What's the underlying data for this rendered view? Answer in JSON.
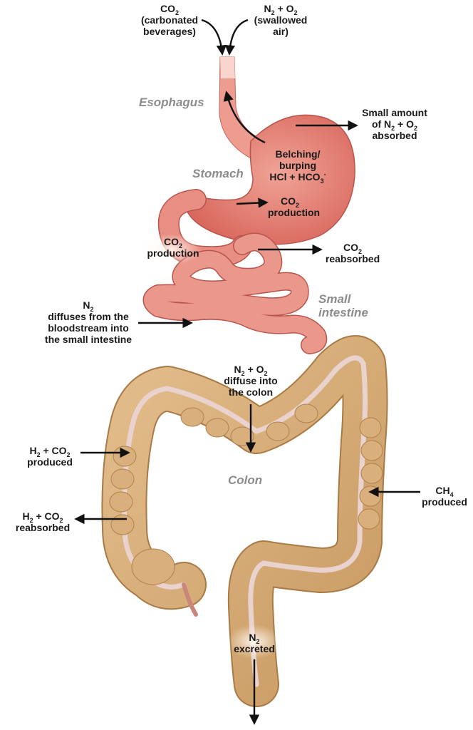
{
  "organs": {
    "esophagus": "Esophagus",
    "stomach": "Stomach",
    "small_intestine": [
      "Small",
      "intestine"
    ],
    "colon": "Colon"
  },
  "labels": {
    "co2_in": {
      "sym": "CO",
      "sub": "2",
      "rest": [
        "(carbonated",
        "beverages)"
      ]
    },
    "n2o2_in": {
      "a": "N",
      "a_sub": "2",
      "mid": " + O",
      "b_sub": "2",
      "rest": [
        "(swallowed",
        "air)"
      ]
    },
    "small_absorbed": {
      "line1": "Small amount",
      "line2_a": "of N",
      "line2_sub1": "2",
      "line2_mid": " + O",
      "line2_sub2": "2",
      "line3": "absorbed"
    },
    "belching": {
      "line1": "Belching/",
      "line2": "burping",
      "line3_a": "HCl + HCO",
      "line3_sub": "3",
      "line3_sup": "-"
    },
    "co2_prod_stomach": {
      "sym": "CO",
      "sub": "2",
      "rest": "production"
    },
    "co2_prod_duodenum": {
      "sym": "CO",
      "sub": "2",
      "rest": "production"
    },
    "co2_reabsorbed": {
      "sym": "CO",
      "sub": "2",
      "rest": "reabsorbed"
    },
    "n2_diffuses": {
      "sym": "N",
      "sub": "2",
      "rest": [
        "diffuses from the",
        "bloodstream into",
        "the small intestine"
      ]
    },
    "n2o2_colon": {
      "a": "N",
      "a_sub": "2",
      "mid": " + O",
      "b_sub": "2",
      "rest": [
        "diffuse into",
        "the colon"
      ]
    },
    "h2co2_produced": {
      "a": "H",
      "a_sub": "2",
      "mid": " + CO",
      "b_sub": "2",
      "rest": "produced"
    },
    "h2co2_reabsorbed": {
      "a": "H",
      "a_sub": "2",
      "mid": " + CO",
      "b_sub": "2",
      "rest": "reabsorbed"
    },
    "ch4_produced": {
      "sym": "CH",
      "sub": "4",
      "rest": "produced"
    },
    "n2_excreted": {
      "sym": "N",
      "sub": "2",
      "rest": "excreted"
    }
  },
  "colors": {
    "stomach": "#e8847a",
    "stomach_light": "#f3b5a8",
    "colon": "#d9b07c",
    "colon_dark": "#b8864f",
    "colon_band": "#ead3cf",
    "arrow": "#111111",
    "organ_label": "#8c8c8c"
  }
}
